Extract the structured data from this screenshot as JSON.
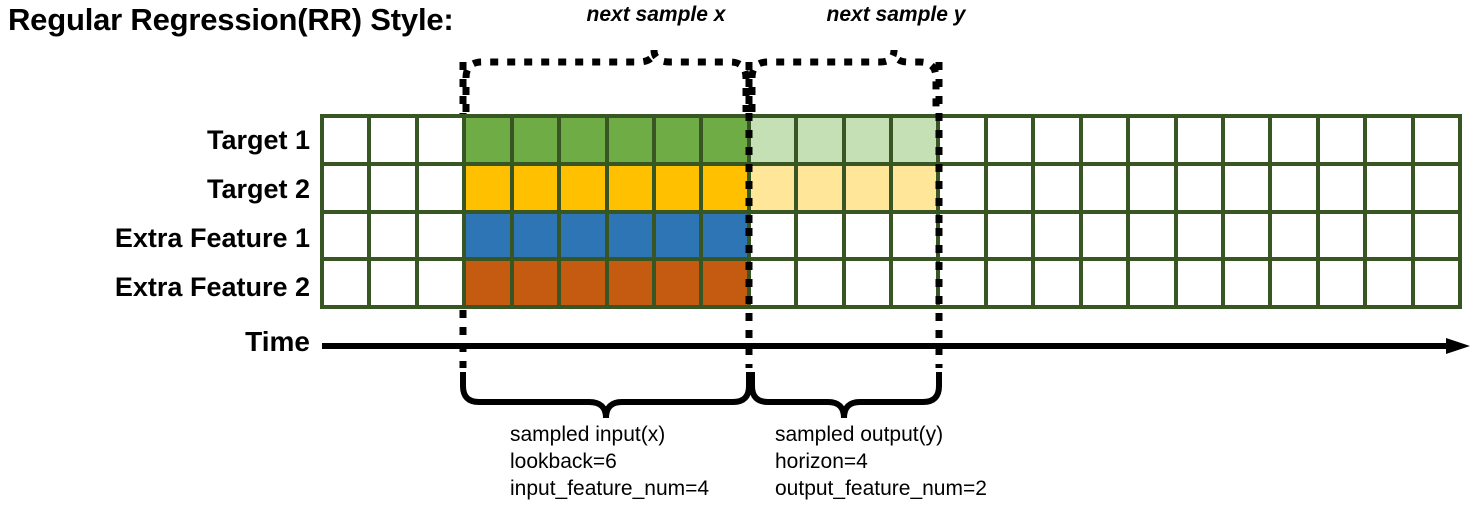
{
  "title": "Regular Regression(RR) Style:",
  "rows": [
    {
      "label": "Target 1",
      "fill_solid": "#6FAC46",
      "fill_light": "#C5E0B4",
      "has_output": true
    },
    {
      "label": "Target 2",
      "fill_solid": "#FFC000",
      "fill_light": "#FFE699",
      "has_output": true
    },
    {
      "label": "Extra Feature 1",
      "fill_solid": "#2E75B6",
      "fill_light": "",
      "has_output": false
    },
    {
      "label": "Extra Feature 2",
      "fill_solid": "#C55A11",
      "fill_light": "",
      "has_output": false
    }
  ],
  "grid": {
    "total_columns": 24,
    "lead_blank_columns": 3,
    "input_columns": 6,
    "output_columns": 4,
    "border_color": "#375623",
    "empty_color": "#FFFFFF"
  },
  "time_axis": {
    "label": "Time",
    "arrow_color": "#000000"
  },
  "top_braces": [
    {
      "caption": "next sample x"
    },
    {
      "caption": "next sample y"
    }
  ],
  "bottom_braces": [
    {
      "line1": "sampled input(x)",
      "line2": "lookback=6",
      "line3": "input_feature_num=4"
    },
    {
      "line1": "sampled output(y)",
      "line2": "horizon=4",
      "line3": "output_feature_num=2"
    }
  ]
}
